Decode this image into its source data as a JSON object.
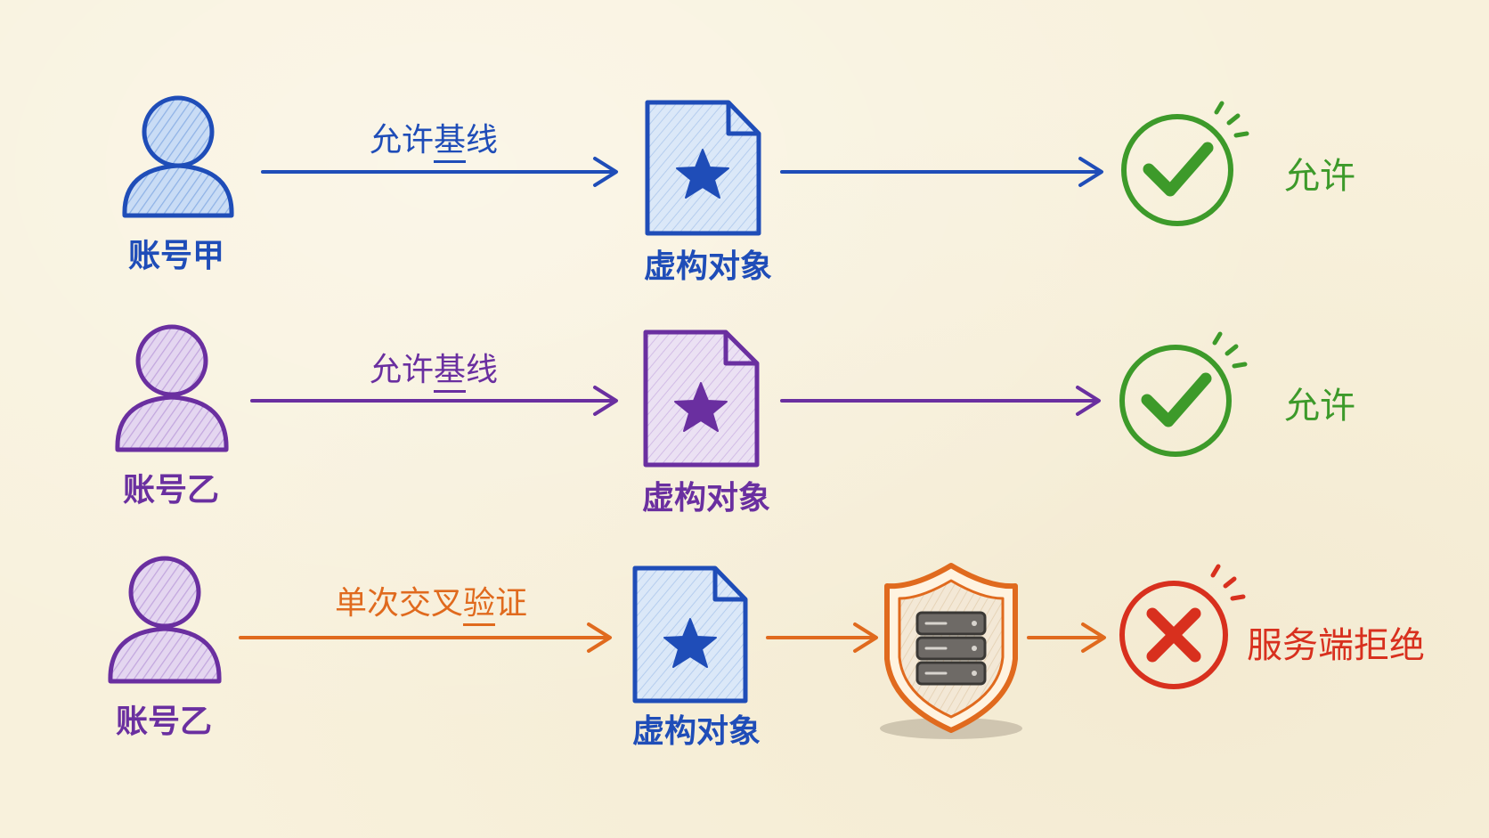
{
  "rows": [
    {
      "account": "账号甲",
      "edge_label_pre": "允许",
      "edge_label_mark": "基",
      "edge_label_post": "线",
      "object": "虚构对象",
      "result": "允许"
    },
    {
      "account": "账号乙",
      "edge_label_pre": "允许",
      "edge_label_mark": "基",
      "edge_label_post": "线",
      "object": "虚构对象",
      "result": "允许"
    },
    {
      "account": "账号乙",
      "edge_label_pre": "单次交叉",
      "edge_label_mark": "验",
      "edge_label_post": "证",
      "object": "虚构对象",
      "result": "服务端拒绝"
    }
  ],
  "colors": {
    "blue": "#1f4db8",
    "purple": "#6a2fa0",
    "orange": "#e06a1e",
    "green": "#3d9a2a",
    "red": "#d8301e",
    "background": "#f8f1dc"
  },
  "icons": {
    "account": "user-icon",
    "object": "document-star-icon",
    "server": "shield-server-icon",
    "allow": "check-circle-icon",
    "deny": "x-circle-icon"
  }
}
